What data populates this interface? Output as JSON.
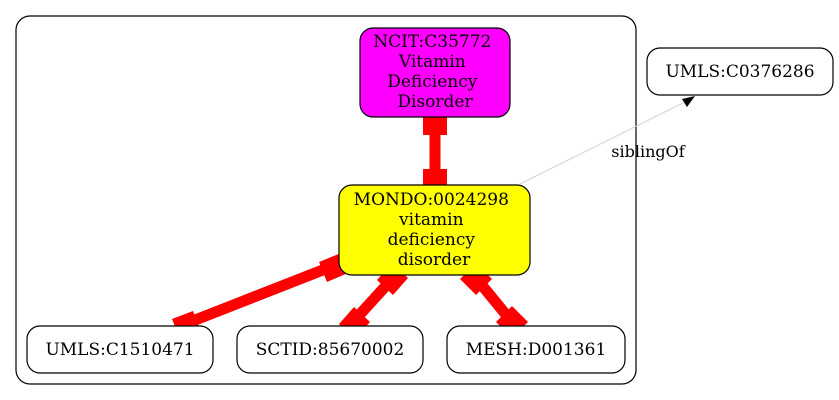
{
  "colors": {
    "background": "#ffffff",
    "cluster_border": "#000000",
    "equivalence_edge": "#ff0000",
    "sibling_edge": "#d3d3d3",
    "parent_node_fill": "#ff00ff",
    "focus_node_fill": "#ffff00",
    "default_node_fill": "#ffffff"
  },
  "nodes": {
    "ncit": {
      "lines": [
        "NCIT:C35772",
        "Vitamin",
        "Deficiency",
        "Disorder"
      ]
    },
    "mondo": {
      "lines": [
        "MONDO:0024298",
        "vitamin",
        "deficiency",
        "disorder"
      ]
    },
    "umls_outside": {
      "lines": [
        "UMLS:C0376286"
      ]
    },
    "umls_inside": {
      "lines": [
        "UMLS:C1510471"
      ]
    },
    "sctid": {
      "lines": [
        "SCTID:85670002"
      ]
    },
    "mesh": {
      "lines": [
        "MESH:D001361"
      ]
    }
  },
  "edges": {
    "sibling_label": "siblingOf"
  }
}
